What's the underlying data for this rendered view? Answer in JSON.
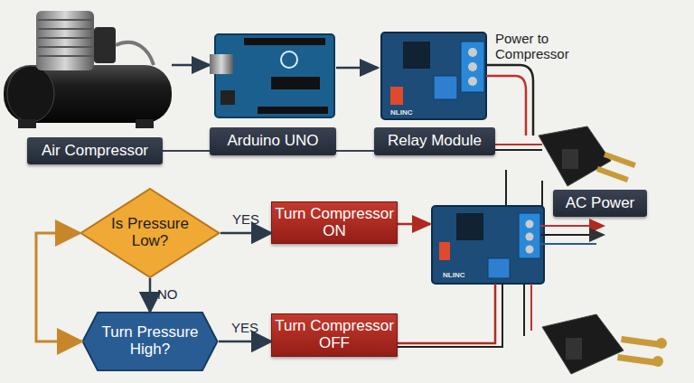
{
  "diagram": {
    "nodes": [
      {
        "text": [
          "Air Compressor"
        ]
      },
      {
        "text": [
          "Arduino UNO"
        ]
      },
      {
        "text": [
          "Relay Module"
        ]
      },
      {
        "text": [
          "AC Power"
        ]
      },
      {
        "text": [
          "Is Pressure Low?"
        ]
      },
      {
        "text": [
          "Turn Compressor ON"
        ]
      },
      {
        "text": [
          "Turn Pressure High?"
        ]
      },
      {
        "text": [
          "Turn Compressor OFF"
        ]
      }
    ],
    "edges": [
      {
        "from": 4,
        "to": 5,
        "label": "YES",
        "arrow": "to"
      },
      {
        "from": 4,
        "to": 6,
        "label": "NO",
        "arrow": "to"
      },
      {
        "from": 6,
        "to": 7,
        "label": "YES",
        "arrow": "to"
      },
      {
        "from": 4,
        "to": 6,
        "arrow": "both"
      }
    ],
    "labels": [
      "Power to Compressor",
      "NLINC",
      "NLINC"
    ]
  }
}
